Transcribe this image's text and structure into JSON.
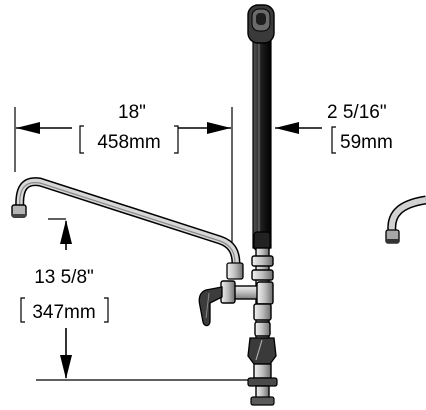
{
  "dimensions": {
    "spout_reach": {
      "imperial": "18\"",
      "metric": "458mm"
    },
    "hose_offset": {
      "imperial": "2 5/16\"",
      "metric": "59mm"
    },
    "height": {
      "imperial": "13 5/8\"",
      "metric": "347mm"
    }
  },
  "colors": {
    "line": "#000000",
    "metal_light": "#d9d9d9",
    "metal_mid": "#9a9a9a",
    "hose_dark": "#2a2a2a",
    "background": "#ffffff"
  }
}
